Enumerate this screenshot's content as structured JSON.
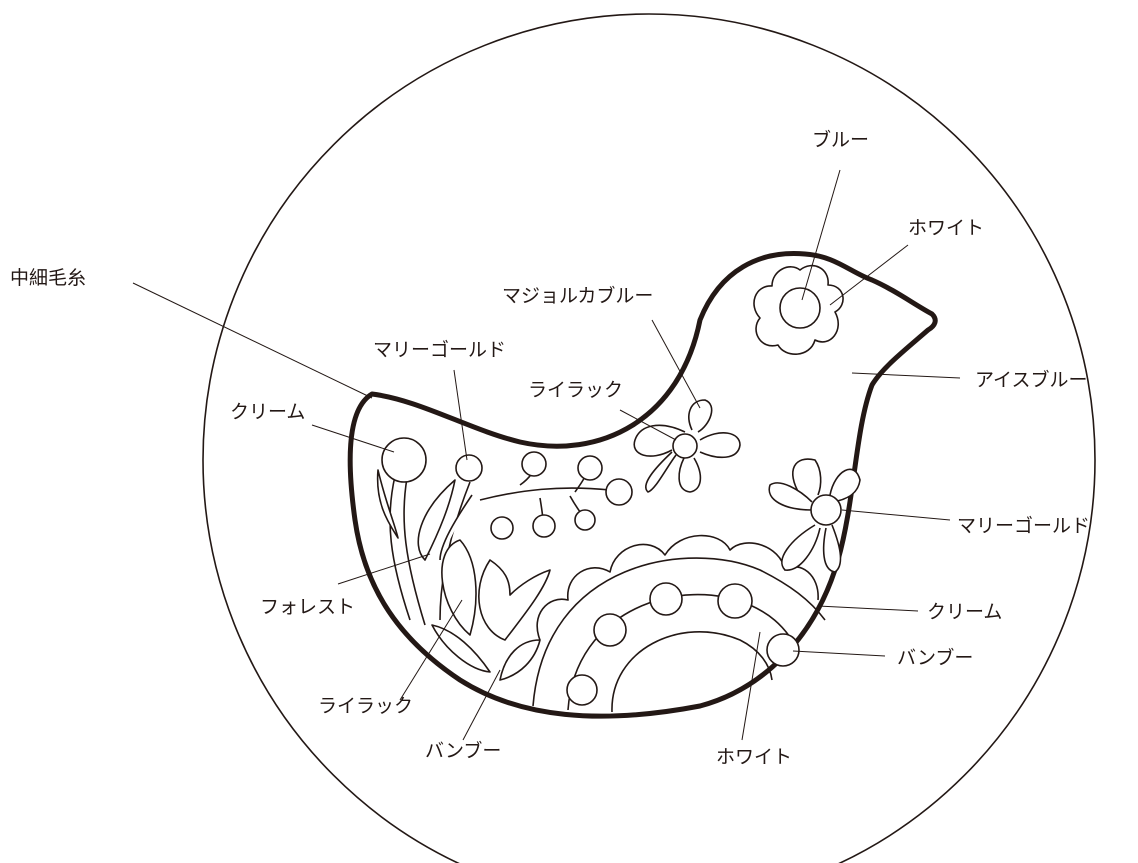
{
  "labels": {
    "yarn": "中細毛糸",
    "blue": "ブルー",
    "white_top": "ホワイト",
    "majolica_blue": "マジョルカブルー",
    "marigold_top": "マリーゴールド",
    "lilac_top": "ライラック",
    "cream_left": "クリーム",
    "ice_blue": "アイスブルー",
    "marigold_right": "マリーゴールド",
    "forest": "フォレスト",
    "cream_right": "クリーム",
    "bamboo_right": "バンブー",
    "lilac_bottom": "ライラック",
    "bamboo_bottom": "バンブー",
    "white_bottom": "ホワイト"
  },
  "colors": {
    "line": "#231815",
    "background": "#ffffff"
  }
}
